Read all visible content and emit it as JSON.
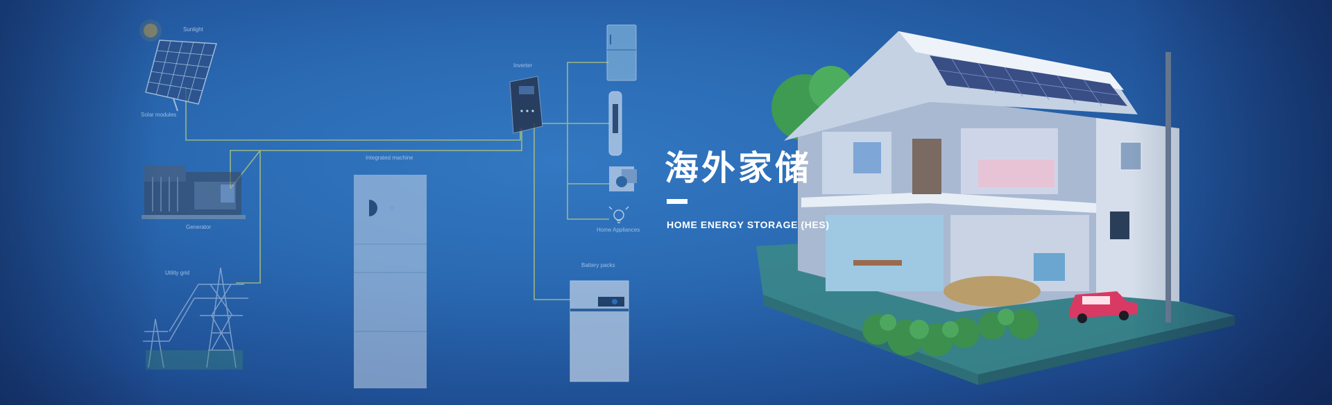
{
  "hero": {
    "title": "海外家储",
    "subtitle": "HOME ENERGY STORAGE (HES)"
  },
  "diagram": {
    "labels": {
      "sunlight": "Sunlight",
      "solar_modules": "Solar modules",
      "inverter": "Inverter",
      "integrated_machine": "Integrated machine",
      "generator": "Generator",
      "utility_grid": "Utility grid",
      "home_appliances": "Home Appliances",
      "battery_packs": "Battery packs"
    }
  },
  "colors": {
    "background": "#2a6ab3",
    "wire": "#b9c977",
    "title": "#ffffff"
  }
}
